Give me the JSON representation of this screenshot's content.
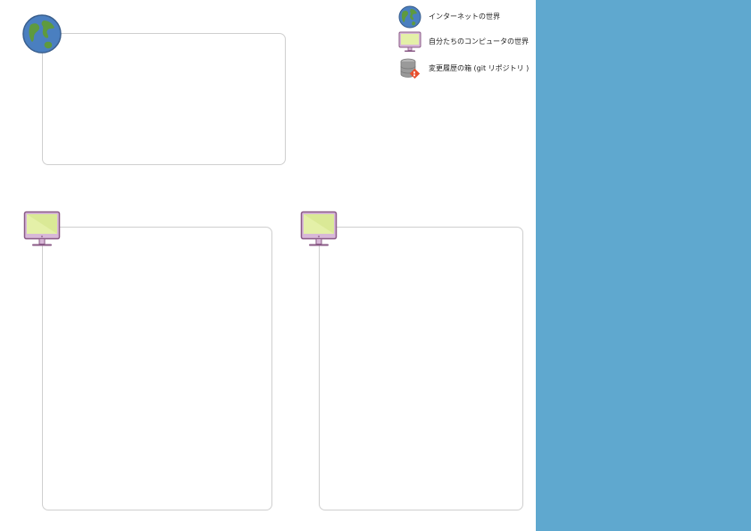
{
  "legend": {
    "items": [
      {
        "icon": "globe-icon",
        "label": "インターネットの世界"
      },
      {
        "icon": "monitor-icon",
        "label": "自分たちのコンピュータの世界"
      },
      {
        "icon": "database-git-icon",
        "label": "変更履歴の箱 (git リポジトリ )"
      }
    ]
  },
  "colors": {
    "side_panel": "#5fa8cf",
    "globe_ocean": "#4a7fc0",
    "globe_land": "#5e9a3f",
    "monitor_frame": "#8a5a86",
    "monitor_screen": "#e4f0a8",
    "git_badge": "#e8502f",
    "database": "#9a9a9a"
  }
}
